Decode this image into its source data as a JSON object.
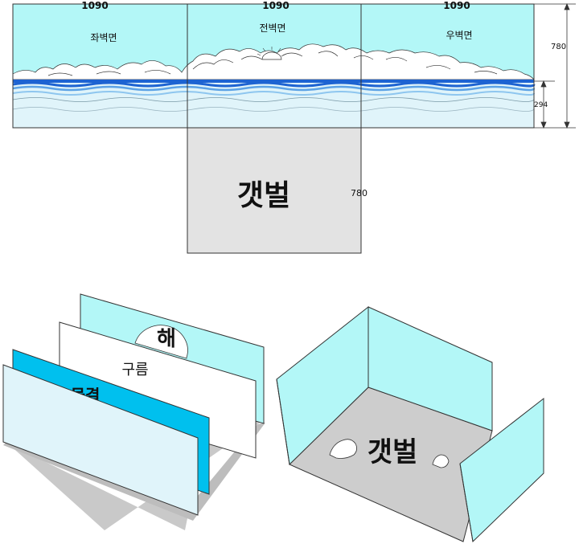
{
  "top_plan": {
    "widths": [
      "1090",
      "1090",
      "1090"
    ],
    "walls": [
      "좌벽면",
      "전벽면",
      "우벽면"
    ],
    "dimension_height": "780",
    "dimension_sea": "294",
    "floor_label": "갯벌",
    "floor_dimension": "780"
  },
  "layers_model": {
    "sun_label": "해",
    "cloud_label": "구름",
    "wave_label": "물결"
  },
  "box_model": {
    "floor_label": "갯벌"
  },
  "colors": {
    "sky": "#b3f7f7",
    "sea_light": "#e0f4fa",
    "sea_blue": "#1d63d2",
    "wave_cyan": "#00c0ee",
    "floor_gray": "#d6d6d6",
    "ground_gray": "#c8c8c8",
    "outline": "#333333"
  }
}
